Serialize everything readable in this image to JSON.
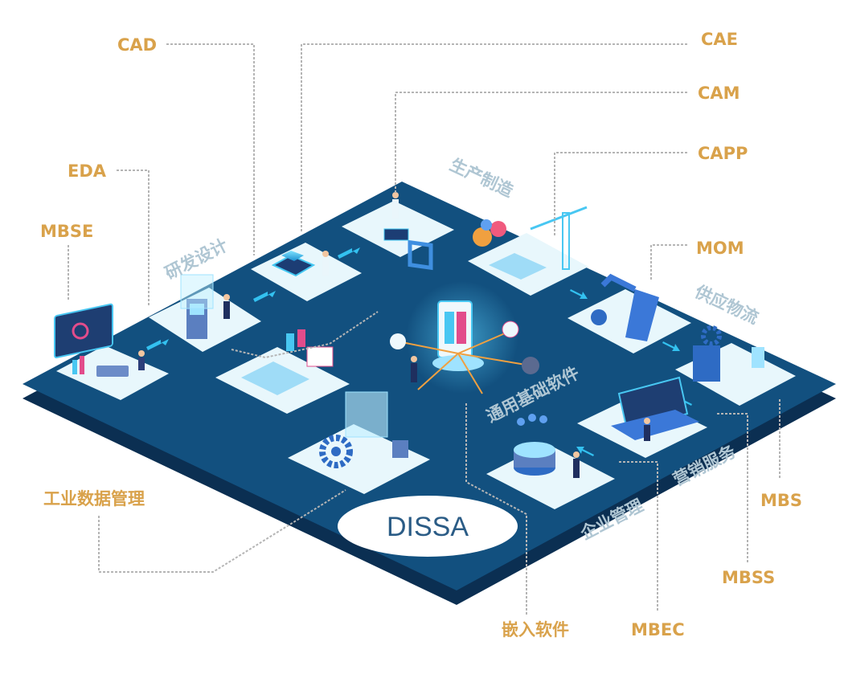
{
  "colors": {
    "callout": "#D9A24B",
    "zone_label": "#AFC6D3",
    "platform_top": "#12507F",
    "platform_side": "#0B2F52",
    "tile": "#E8F7FC",
    "accent": "#33C1F0",
    "leader_line": "#B5B5B5",
    "brand_text": "#2B5C86"
  },
  "callouts": {
    "cad": "CAD",
    "cae": "CAE",
    "cam": "CAM",
    "capp": "CAPP",
    "eda": "EDA",
    "mbse": "MBSE",
    "mom": "MOM",
    "pdm": "工业数据管理",
    "mbs": "MBS",
    "mbss": "MBSS",
    "embedded": "嵌入软件",
    "mbec": "MBEC"
  },
  "zones": {
    "rnd": "研发设计",
    "production": "生产制造",
    "supply": "供应物流",
    "core": "通用基础软件",
    "marketing": "营销服务",
    "enterprise": "企业管理"
  },
  "brand": "DISSA",
  "icons": [
    "cpu-chip-icon",
    "robot-arm-icon",
    "gears-icon",
    "crane-icon",
    "server-icon",
    "laptop-icon",
    "dashboard-icon",
    "3d-printer-icon",
    "database-icon",
    "person-icon"
  ]
}
